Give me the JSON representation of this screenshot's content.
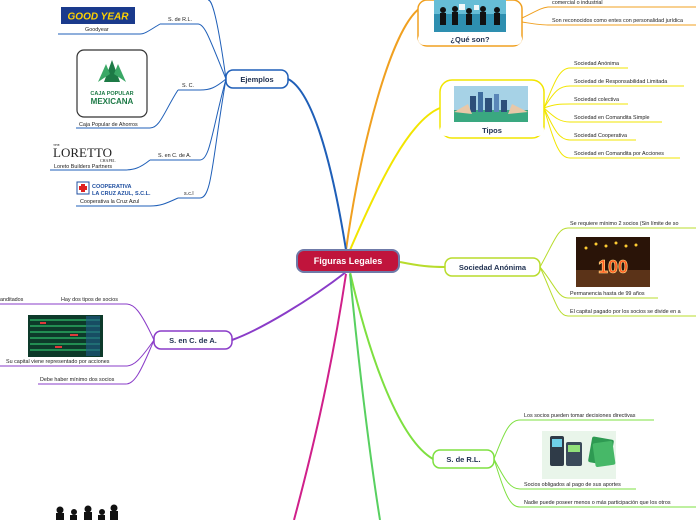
{
  "center": {
    "label": "Figuras Legales"
  },
  "que_son": {
    "title": "¿Qué son?",
    "items": [
      "comercial o industrial",
      "Son reconocidos como entes con personalidad jurídica"
    ]
  },
  "tipos": {
    "title": "Tipos",
    "items": [
      "Sociedad Anónima",
      "Sociedad de Responsabilidad Limitada",
      "Sociedad colectiva",
      "Sociedad en Comandita Simple",
      "Sociedad Cooperativa",
      "Sociedad en Comandita por Acciones"
    ]
  },
  "sociedad_anonima": {
    "title": "Sociedad Anónima",
    "items": [
      "Se requiere mínimo 2 socios (Sin límite de so",
      "Permanencia hasta de 99 años",
      "El capital pagado por los socios se divide en a"
    ],
    "image_text": "100"
  },
  "srl": {
    "title": "S. de R.L.",
    "items": [
      "Los socios pueden tomar decisiones directivas",
      "Socios obligados al pago de sus aportes",
      "Nadie puede poseer menos o más participación que los otros"
    ]
  },
  "ejemplos": {
    "title": "Ejemplos",
    "items": [
      {
        "label": "S. de R.L.",
        "caption": "Goodyear",
        "logo": "GOOD YEAR"
      },
      {
        "label": "S. C.",
        "caption": "Caja Popular de Ahorros",
        "logo_line1": "CAJA   POPULAR",
        "logo_line2": "MEXICANA"
      },
      {
        "label": "S. en C. de A.",
        "caption": "Loreto Builders Partners",
        "logo_small": "THE",
        "logo": "LORETTO",
        "logo_sub": "CHAPEL"
      },
      {
        "label": "s.c.l",
        "caption": "Cooperativa la Cruz Azul",
        "logo_line1": "COOPERATIVA",
        "logo_line2": "LA CRUZ AZUL, S.C.L."
      }
    ]
  },
  "scda": {
    "title": "S. en C. de A.",
    "items": [
      "anditados",
      "Hay dos tipos de socios",
      "Su capital viene representado por acciones",
      "Debe haber mínimo dos socios"
    ]
  },
  "colors": {
    "center": "#c0143c",
    "orange": "#f0a020",
    "yellow": "#f2e500",
    "lime": "#b8dc2c",
    "green": "#7ee040",
    "blue": "#1f5fb8",
    "purple": "#8a3cc8",
    "magenta": "#d0208a"
  }
}
